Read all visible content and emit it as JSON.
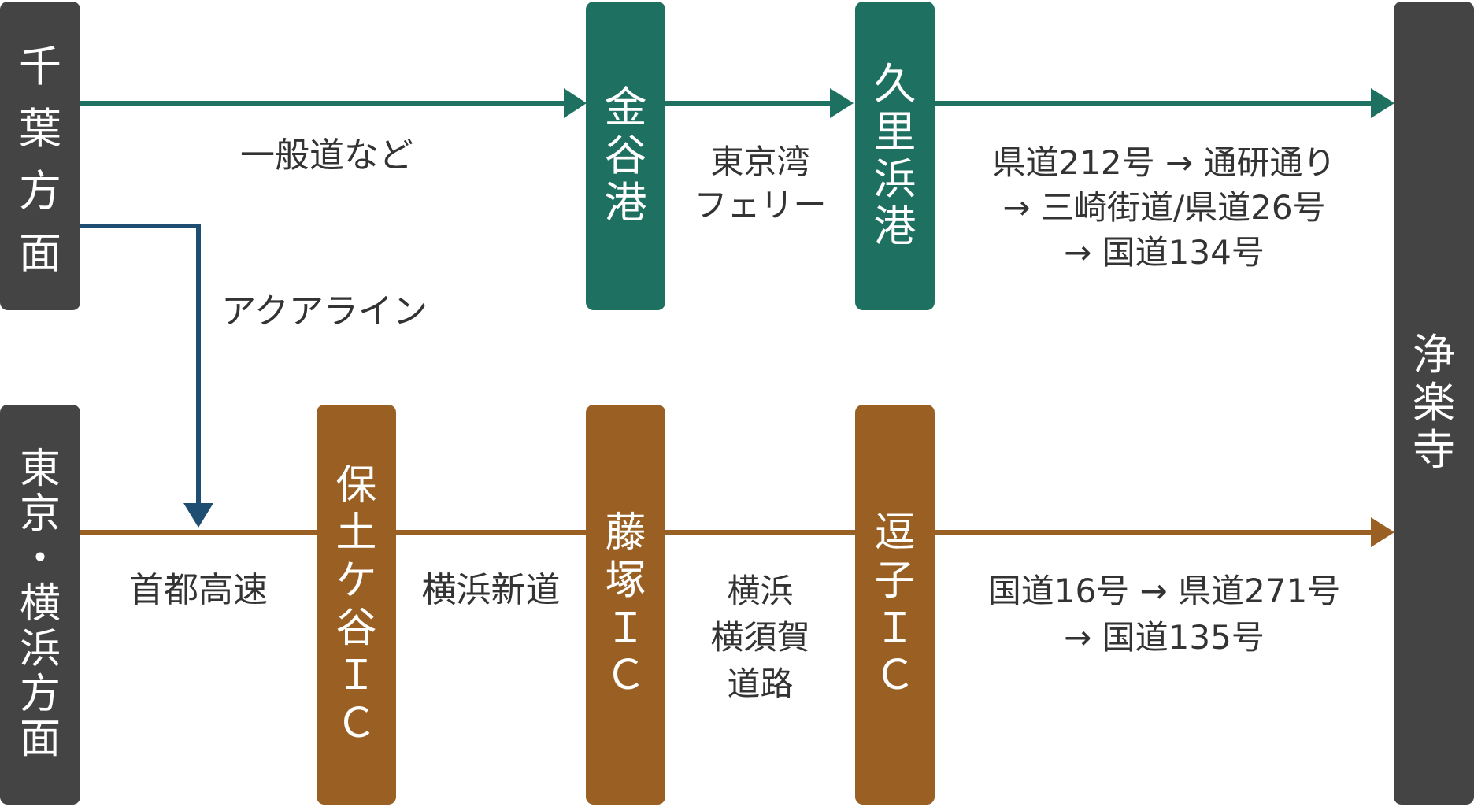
{
  "colors": {
    "origin_box": "#444444",
    "ferry_port": "#1e7160",
    "interchange": "#9a5f23",
    "ferry_route_line": "#1e7160",
    "aqualine_line": "#1e4f73",
    "expressway_line": "#9a5f23",
    "label_text": "#333333"
  },
  "origins": {
    "chiba": [
      "千",
      "葉",
      "方",
      "面"
    ],
    "tokyo": [
      "東",
      "京",
      "・",
      "横",
      "浜",
      "方",
      "面"
    ]
  },
  "destination": [
    "浄",
    "楽",
    "寺"
  ],
  "ferry_route": {
    "stop1": [
      "金",
      "谷",
      "港"
    ],
    "stop2": [
      "久",
      "里",
      "浜",
      "港"
    ],
    "seg1": "一般道など",
    "seg2": [
      "東京湾",
      "フェリー"
    ],
    "seg3": [
      "県道212号 → 通研通り",
      "→ 三崎街道/県道26号",
      "→ 国道134号"
    ]
  },
  "aqualine": "アクアライン",
  "road_route": {
    "ic1": [
      "保",
      "土",
      "ケ",
      "谷",
      "Ｉ",
      "Ｃ"
    ],
    "ic2": [
      "藤",
      "塚",
      "Ｉ",
      "Ｃ"
    ],
    "ic3": [
      "逗",
      "子",
      "Ｉ",
      "Ｃ"
    ],
    "seg1": "首都高速",
    "seg2": "横浜新道",
    "seg3": [
      "横浜",
      "横須賀",
      "道路"
    ],
    "seg4": [
      "国道16号 → 県道271号",
      "→ 国道135号"
    ]
  }
}
